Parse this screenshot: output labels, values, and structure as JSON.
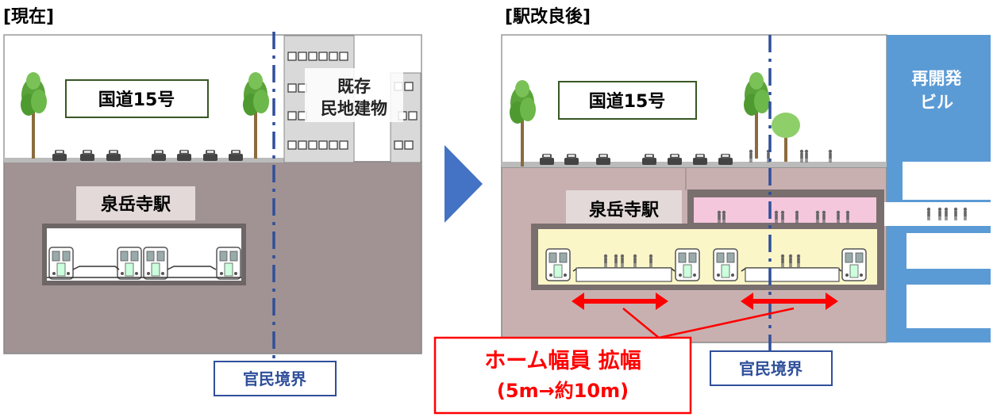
{
  "left": {
    "heading": "[現在]",
    "road_label": "国道15号",
    "building_label_line1": "既存",
    "building_label_line2": "民地建物",
    "station_label": "泉岳寺駅"
  },
  "right": {
    "heading": "[駅改良後]",
    "road_label": "国道15号",
    "building_label_line1": "再開発",
    "building_label_line2": "ビル",
    "station_label": "泉岳寺駅"
  },
  "boundary_label": "官民境界",
  "callout": {
    "line1": "ホーム幅員 拡幅",
    "line2": "(5m→約10m)"
  },
  "colors": {
    "ground": "#a19393",
    "ground_after": "#c9b0b0",
    "platform_after": "#fbf6c8",
    "concourse_after": "#f4c7dc",
    "building_blue": "#5b9bd5",
    "boundary_blue": "#2f4f9a",
    "label_border": "#385723",
    "callout_red": "#ff0000",
    "arrow_blue": "#4472c4"
  }
}
